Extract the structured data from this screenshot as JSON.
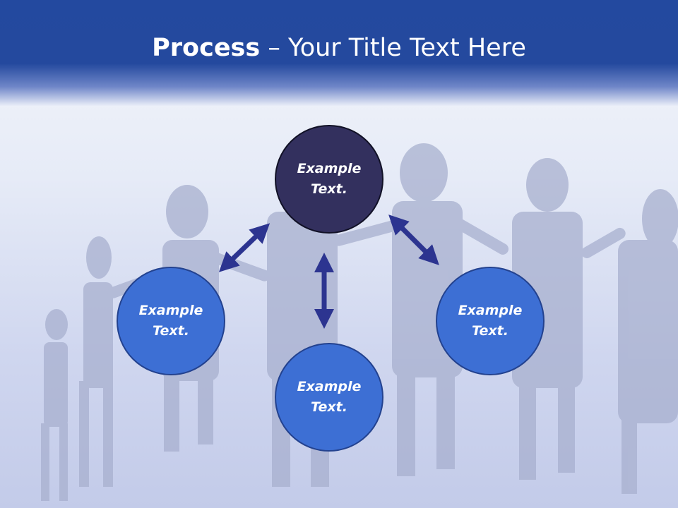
{
  "header": {
    "title_bold": "Process",
    "title_rest": " – Your Title Text Here"
  },
  "diagram": {
    "center_node": "Example Text.",
    "left_node": "Example Text.",
    "right_node": "Example Text.",
    "bottom_node": "Example Text."
  },
  "colors": {
    "header_blue": "#23499f",
    "center_fill": "#33305e",
    "node_fill": "#3d6fd4",
    "arrow": "#2c3490"
  }
}
